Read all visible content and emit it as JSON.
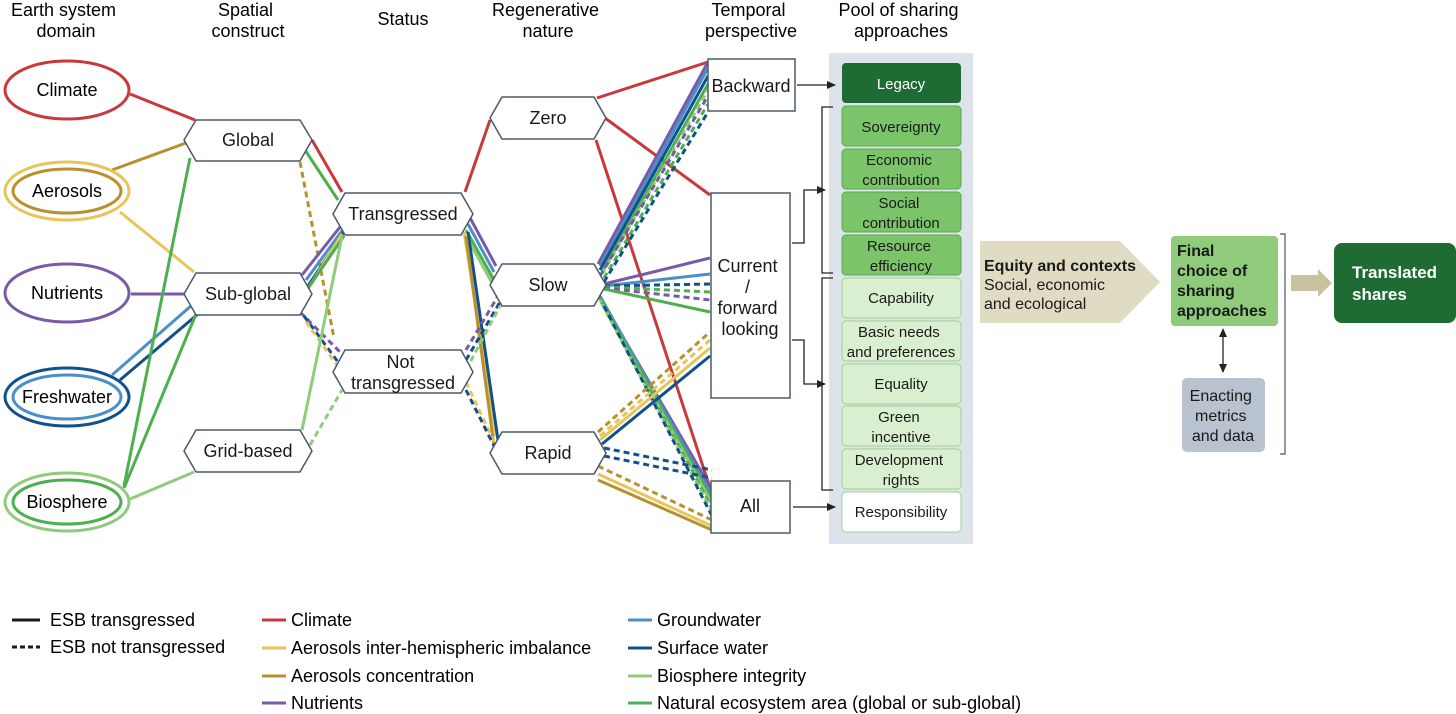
{
  "headers": {
    "earth_system_domain": [
      "Earth system",
      "domain"
    ],
    "spatial_construct": [
      "Spatial",
      "construct"
    ],
    "status": [
      "Status"
    ],
    "regenerative_nature": [
      "Regenerative",
      "nature"
    ],
    "temporal_perspective": [
      "Temporal",
      "perspective"
    ],
    "pool_of_sharing": [
      "Pool of sharing",
      "approaches"
    ]
  },
  "domains": [
    "Climate",
    "Aerosols",
    "Nutrients",
    "Freshwater",
    "Biosphere"
  ],
  "spatial": [
    "Global",
    "Sub-global",
    "Grid-based"
  ],
  "status": {
    "transgressed": [
      "Transgressed"
    ],
    "not_transgressed": [
      "Not",
      "transgressed"
    ]
  },
  "regenerative": [
    "Zero",
    "Slow",
    "Rapid"
  ],
  "temporal": {
    "backward": [
      "Backward"
    ],
    "current": [
      "Current",
      "/",
      "forward",
      "looking"
    ],
    "all": [
      "All"
    ]
  },
  "pool": {
    "legacy": [
      "Legacy"
    ],
    "sovereignty": [
      "Sovereignty"
    ],
    "economic": [
      "Economic",
      "contribution"
    ],
    "social": [
      "Social",
      "contribution"
    ],
    "resource": [
      "Resource",
      "efficiency"
    ],
    "capability": [
      "Capability"
    ],
    "basic_needs": [
      "Basic needs",
      "and preferences"
    ],
    "equality": [
      "Equality"
    ],
    "green": [
      "Green",
      "incentive"
    ],
    "development": [
      "Development",
      "rights"
    ],
    "responsibility": [
      "Responsibility"
    ]
  },
  "equity": {
    "title": "Equity and contexts",
    "lines": [
      "Social, economic",
      "and ecological"
    ]
  },
  "final_choice": [
    "Final",
    "choice of",
    "sharing",
    "approaches"
  ],
  "enacting": [
    "Enacting",
    "metrics",
    "and data"
  ],
  "translated": [
    "Translated",
    "shares"
  ],
  "legend": {
    "line_styles": [
      "ESB transgressed",
      "ESB not transgressed"
    ],
    "col1": [
      "Climate",
      "Aerosols inter-hemispheric imbalance",
      "Aerosols concentration",
      "Nutrients"
    ],
    "col2": [
      "Groundwater",
      "Surface water",
      "Biosphere integrity",
      "Natural ecosystem area (global or sub-global)"
    ]
  },
  "colors": {
    "climate": "#c9393b",
    "aerosols_imbalance": "#e8c55a",
    "aerosols_concentration": "#b8912f",
    "nutrients": "#7a5aa8",
    "groundwater": "#4a90c8",
    "surface_water": "#11508a",
    "biosphere_integrity": "#8fcb7b",
    "natural_ecosystem": "#4caf50",
    "dark_green": "#2e7d3a",
    "mid_green": "#7cc46a",
    "light_green": "#d9efcf",
    "pool_bg": "#dde3ea",
    "equity_bg": "#e0dcc4",
    "enacting_bg": "#b9c3cf"
  }
}
